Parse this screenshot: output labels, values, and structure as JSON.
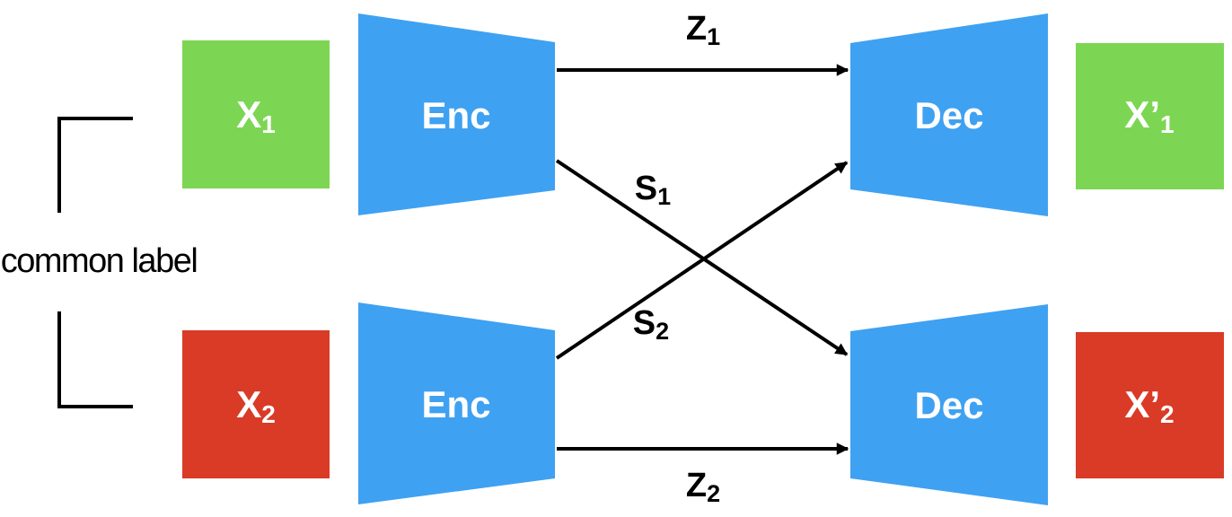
{
  "diagram": {
    "common_label": "common label",
    "colors": {
      "block_blue": "#3FA1F1",
      "input_green": "#7CD653",
      "input_red": "#D93B26",
      "line_black": "#000000",
      "label_white": "#FFFFFF"
    },
    "blocks": {
      "input_1": {
        "base": "X",
        "sub": "1"
      },
      "input_2": {
        "base": "X",
        "sub": "2"
      },
      "encoder_1": {
        "label": "Enc"
      },
      "encoder_2": {
        "label": "Enc"
      },
      "decoder_1": {
        "label": "Dec"
      },
      "decoder_2": {
        "label": "Dec"
      },
      "output_1": {
        "base": "X’",
        "sub": "1"
      },
      "output_2": {
        "base": "X’",
        "sub": "2"
      }
    },
    "arrows": {
      "z1": {
        "base": "Z",
        "sub": "1",
        "from": "encoder_1",
        "to": "decoder_1"
      },
      "s1": {
        "base": "S",
        "sub": "1",
        "from": "encoder_1",
        "to": "decoder_2"
      },
      "s2": {
        "base": "S",
        "sub": "2",
        "from": "encoder_2",
        "to": "decoder_1"
      },
      "z2": {
        "base": "Z",
        "sub": "2",
        "from": "encoder_2",
        "to": "decoder_2"
      }
    }
  }
}
